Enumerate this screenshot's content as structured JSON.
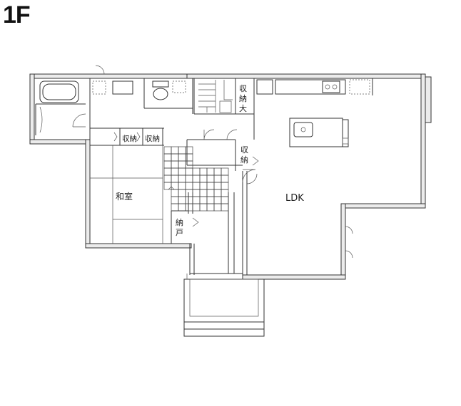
{
  "floor_label": "1F",
  "rooms": {
    "ldk": "LDK",
    "washitsu": "和室",
    "storage_large_1": "収",
    "storage_large_2": "納",
    "storage_large_3": "大",
    "storage_hall_1": "収",
    "storage_hall_2": "納",
    "closet_a": "収納",
    "closet_b": "収納",
    "nando_1": "納",
    "nando_2": "戸"
  }
}
